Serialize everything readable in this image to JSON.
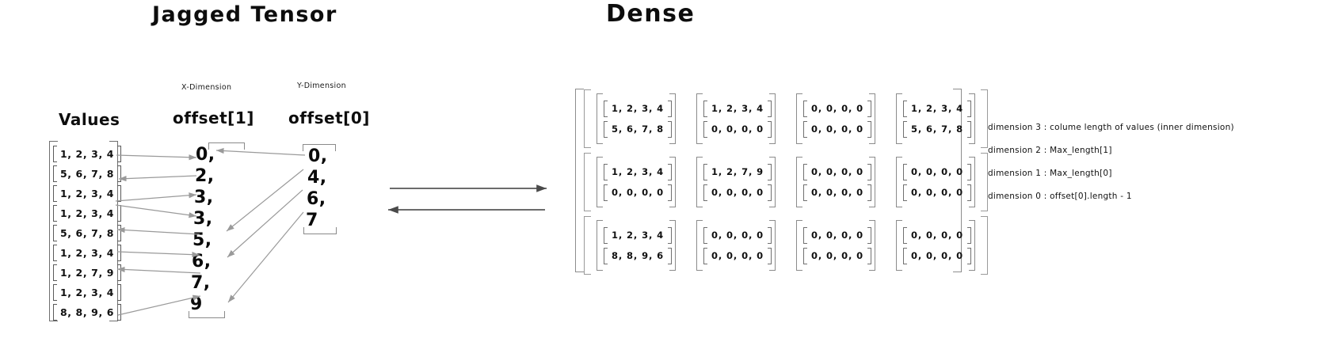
{
  "diagram": {
    "left_title": "Jagged Tensor",
    "right_title": "Dense"
  },
  "values_column": {
    "heading": "Values",
    "rows": [
      "1, 2, 3, 4",
      "5, 6, 7, 8",
      "1, 2, 3, 4",
      "1, 2, 3, 4",
      "5, 6, 7, 8",
      "1, 2, 3, 4",
      "1, 2, 7, 9",
      "1, 2, 3, 4",
      "8, 8, 9, 6"
    ]
  },
  "offset1_column": {
    "dim_label": "X-Dimension",
    "heading": "offset[1]",
    "items": [
      "0,",
      "2,",
      "3,",
      "3,",
      "5,",
      "6,",
      "7,",
      "9"
    ]
  },
  "offset0_column": {
    "dim_label": "Y-Dimension",
    "heading": "offset[0]",
    "items": [
      "0,",
      "4,",
      "6,",
      "7"
    ]
  },
  "dense": {
    "rows": [
      [
        [
          "1, 2, 3, 4",
          "5, 6, 7, 8"
        ],
        [
          "1, 2, 3, 4",
          "0, 0, 0, 0"
        ],
        [
          "0, 0, 0, 0",
          "0, 0, 0, 0"
        ],
        [
          "1, 2, 3, 4",
          "5, 6, 7, 8"
        ]
      ],
      [
        [
          "1, 2, 3, 4",
          "0, 0, 0, 0"
        ],
        [
          "1, 2, 7, 9",
          "0, 0, 0, 0"
        ],
        [
          "0, 0, 0, 0",
          "0, 0, 0, 0"
        ],
        [
          "0, 0, 0, 0",
          "0, 0, 0, 0"
        ]
      ],
      [
        [
          "1, 2, 3, 4",
          "8, 8, 9, 6"
        ],
        [
          "0, 0, 0, 0",
          "0, 0, 0, 0"
        ],
        [
          "0, 0, 0, 0",
          "0, 0, 0, 0"
        ],
        [
          "0, 0, 0, 0",
          "0, 0, 0, 0"
        ]
      ]
    ]
  },
  "annotations": [
    "dimension 3 : colume length of values (inner dimension)",
    "dimension 2 : Max_length[1]",
    "dimension 1  : Max_length[0]",
    "dimension 0 : offset[0].length - 1"
  ],
  "colors": {
    "ink": "#111111",
    "bracket": "#8a8a8a",
    "arrow": "#9a9a9a",
    "background": "#ffffff"
  }
}
